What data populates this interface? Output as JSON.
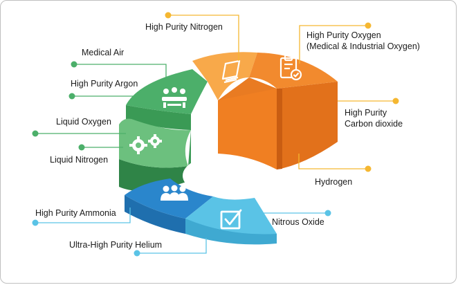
{
  "labels": {
    "nitrogen": "High Purity Nitrogen",
    "oxygen_line1": "High Purity Oxygen",
    "oxygen_line2": "(Medical & Industrial Oxygen)",
    "medical_air": "Medical Air",
    "argon": "High Purity Argon",
    "co2_line1": "High Purity",
    "co2_line2": "Carbon dioxide",
    "liquid_oxygen": "Liquid Oxygen",
    "liquid_nitrogen": "Liquid Nitrogen",
    "hydrogen": "Hydrogen",
    "ammonia": "High Purity Ammonia",
    "nitrous_oxide": "Nitrous Oxide",
    "helium": "Ultra-High Purity Helium"
  },
  "colors": {
    "orange_top": "#f28a2e",
    "orange_light": "#f8a94a",
    "orange_side": "#e2711b",
    "orange_dark": "#c95d12",
    "green_top": "#4caf6a",
    "green_light": "#6cc07e",
    "green_side": "#3a9a55",
    "green_dark": "#2f8447",
    "blue_top": "#2a86cc",
    "blue_side": "#1f6fae",
    "cyan_top": "#5ac3e6",
    "cyan_side": "#3fa9d1",
    "yellow_leader": "#f5b731",
    "green_leader": "#4caf6a",
    "cyan_leader": "#5ac3e6"
  },
  "icons": [
    "document-stack-icon",
    "clipboard-check-icon",
    "meeting-people-icon",
    "gears-icon",
    "group-people-icon",
    "checkbox-icon"
  ]
}
